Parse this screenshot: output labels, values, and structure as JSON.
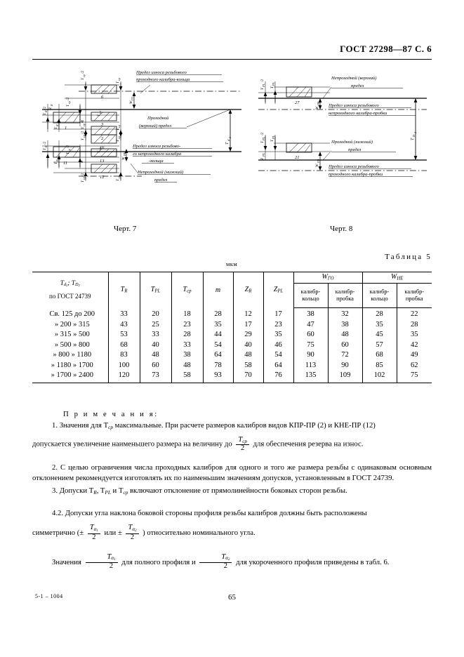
{
  "header": {
    "standard": "ГОСТ 27298—87 С. 6"
  },
  "figures": {
    "left": {
      "caption": "Черт. 7",
      "callouts": [
        "Предел износа резьбового",
        "проходного калибра-кольца",
        "Проходной",
        "(верхний) предел",
        "Предел износа резьбово-",
        "го непроходного калибра",
        "-кольца",
        "Непроходной (нижний)",
        "предел"
      ],
      "dim_labels": [
        "Tср/2",
        "Tср",
        "Tср/2",
        "Tср",
        "TR/2",
        "TR",
        "ZR",
        "Wго",
        "Wне",
        "Td2",
        "m"
      ],
      "item_numbers": [
        "1",
        "2",
        "3",
        "6",
        "11",
        "12",
        "13",
        "16"
      ]
    },
    "right": {
      "caption": "Черт. 8",
      "callouts": [
        "Непроходной (верхний)",
        "предел",
        "Предел износа резьбового",
        "непроходного калибра-пробки",
        "Проходной (нижний)",
        "предел",
        "Предел износа резьбового",
        "проходного калибра-пробки"
      ],
      "dim_labels": [
        "TPL/2",
        "TPL",
        "Wне",
        "TD2",
        "ZPL",
        "Wго"
      ],
      "item_numbers": [
        "21",
        "27"
      ]
    }
  },
  "table": {
    "title": "Таблица 5",
    "units": "мкм",
    "headers": {
      "col1_line1": "T",
      "col1_sub1": "d",
      "col1_sub1b": "2",
      "col1_sub2": "D",
      "col1_sub2b": "2",
      "col1_line2": "по  ГОСТ 24739",
      "t_r": "T",
      "t_r_sub": "R",
      "t_pl": "T",
      "t_pl_sub": "PL",
      "t_cp": "T",
      "t_cp_sub": "ср",
      "m": "m",
      "z_r": "Z",
      "z_r_sub": "R",
      "z_pl": "Z",
      "z_pl_sub": "PL",
      "w_go": "W",
      "w_go_sub": "ГО",
      "w_ne": "W",
      "w_ne_sub": "НЕ",
      "kalibr_koltso": "калибр-\nкольцо",
      "kalibr_probka": "калибр-\nпробка"
    },
    "rows": [
      {
        "range": "Св. 125 до 200",
        "t_r": "33",
        "t_pl": "20",
        "t_cp": "18",
        "m": "28",
        "z_r": "12",
        "z_pl": "17",
        "wgo_k": "38",
        "wgo_p": "32",
        "wne_k": "28",
        "wne_p": "22"
      },
      {
        "range": "»   200  »   315",
        "t_r": "43",
        "t_pl": "25",
        "t_cp": "23",
        "m": "35",
        "z_r": "17",
        "z_pl": "23",
        "wgo_k": "47",
        "wgo_p": "38",
        "wne_k": "35",
        "wne_p": "28"
      },
      {
        "range": "»   315  »   500",
        "t_r": "53",
        "t_pl": "33",
        "t_cp": "28",
        "m": "44",
        "z_r": "29",
        "z_pl": "35",
        "wgo_k": "60",
        "wgo_p": "48",
        "wne_k": "45",
        "wne_p": "35"
      },
      {
        "range": "»   500  »   800",
        "t_r": "68",
        "t_pl": "40",
        "t_cp": "33",
        "m": "54",
        "z_r": "40",
        "z_pl": "46",
        "wgo_k": "75",
        "wgo_p": "60",
        "wne_k": "57",
        "wne_p": "42"
      },
      {
        "range": "»   800  » 1180",
        "t_r": "83",
        "t_pl": "48",
        "t_cp": "38",
        "m": "64",
        "z_r": "48",
        "z_pl": "54",
        "wgo_k": "90",
        "wgo_p": "72",
        "wne_k": "68",
        "wne_p": "49"
      },
      {
        "range": "» 1180  » 1700",
        "t_r": "100",
        "t_pl": "60",
        "t_cp": "48",
        "m": "78",
        "z_r": "58",
        "z_pl": "64",
        "wgo_k": "113",
        "wgo_p": "90",
        "wne_k": "85",
        "wne_p": "62"
      },
      {
        "range": "» 1700  » 2400",
        "t_r": "120",
        "t_pl": "73",
        "t_cp": "58",
        "m": "93",
        "z_r": "70",
        "z_pl": "76",
        "wgo_k": "135",
        "wgo_p": "109",
        "wne_k": "102",
        "wne_p": "75"
      }
    ]
  },
  "notes": {
    "title": "П р и м е ч а н и я:",
    "note1_a": "1. Значения для T",
    "note1_sub": "ср",
    "note1_b": " максимальные. При расчете размеров калибров  видов КПР-ПР (2) и КНЕ-ПР (12)",
    "note1_c": "допускается увеличение наименьшего  размера  на величину до",
    "note1_frac_num": "T",
    "note1_frac_num_sub": "ср",
    "note1_frac_den": "2",
    "note1_d": "для обеспечения резерва на износ.",
    "note2": "2. С целью ограничения числа проходных калибров для одного и того же размера  резьбы с одинаковым основным отклонением рекомендуется изготовлять их по наименьшим значениям допусков, установленным в ГОСТ 24739.",
    "note3_a": "3. Допуски T",
    "note3_sub1": "R",
    "note3_b": ", T",
    "note3_sub2": "PL",
    "note3_c": " и T",
    "note3_sub3": "ср",
    "note3_d": " включают  отклонение от прямолинейности боковых сторон резьбы.",
    "para42": "4.2. Допуски угла наклона боковой стороны профиля резьбы калибров должны быть расположены",
    "para42_b_1": "симметрично   (±",
    "para42_frac1_num": "T",
    "para42_frac1_num_sub": "α",
    "para42_frac1_num_sub2": "1",
    "para42_frac1_den": "2",
    "para42_b_2": "или ±",
    "para42_frac2_num": "T",
    "para42_frac2_num_sub": "α",
    "para42_frac2_num_sub2": "2",
    "para42_frac2_den": "2",
    "para42_b_3": ") относительно номинального угла.",
    "para_values_1": "Значения",
    "para_values_2": "для полного профиля  и",
    "para_values_3": "для укороченного профиля приведены в табл. 6."
  },
  "footer": {
    "left": "5-1 – 1004",
    "page": "65"
  }
}
